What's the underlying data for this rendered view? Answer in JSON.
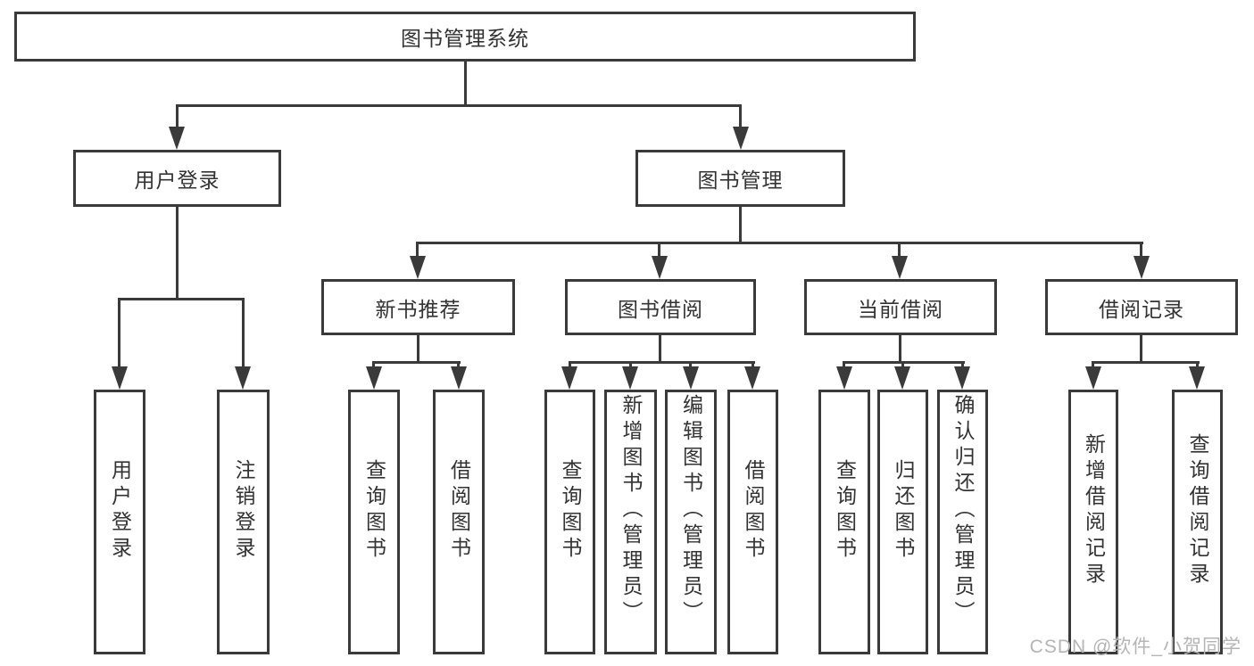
{
  "tree": {
    "root": {
      "label": "图书管理系统"
    },
    "branches": [
      {
        "label": "用户登录",
        "children": [
          {
            "label": "用户登录"
          },
          {
            "label": "注销登录"
          }
        ]
      },
      {
        "label": "图书管理",
        "children": [
          {
            "label": "新书推荐",
            "children": [
              {
                "label": "查询图书"
              },
              {
                "label": "借阅图书"
              }
            ]
          },
          {
            "label": "图书借阅",
            "children": [
              {
                "label": "查询图书"
              },
              {
                "label": "新增图书（管理员）"
              },
              {
                "label": "编辑图书（管理员）"
              },
              {
                "label": "借阅图书"
              }
            ]
          },
          {
            "label": "当前借阅",
            "children": [
              {
                "label": "查询图书"
              },
              {
                "label": "归还图书"
              },
              {
                "label": "确认归还（管理员）"
              }
            ]
          },
          {
            "label": "借阅记录",
            "children": [
              {
                "label": "新增借阅记录"
              },
              {
                "label": "查询借阅记录"
              }
            ]
          }
        ]
      }
    ]
  },
  "watermark": "CSDN @软件_小贺同学",
  "colors": {
    "line": "#3a3a3a",
    "text": "#333333",
    "watermark": "#b5b5b5",
    "background": "#ffffff"
  }
}
